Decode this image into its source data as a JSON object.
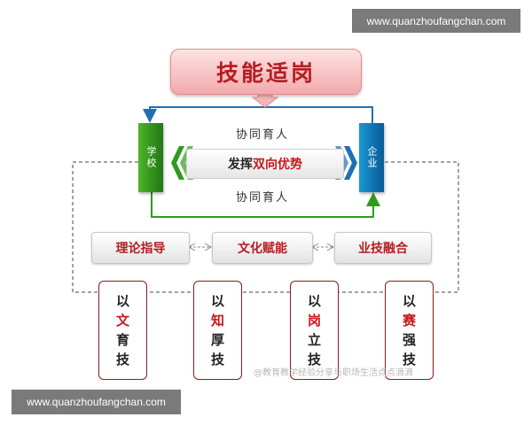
{
  "watermark_top": "www.quanzhoufangchan.com",
  "watermark_bottom": "www.quanzhoufangchan.com",
  "title": "技能适岗",
  "school": "学校",
  "company": "企业",
  "band": {
    "part1": "发挥",
    "part2": "双向优势"
  },
  "coop_top": "协同育人",
  "coop_bottom": "协同育人",
  "pills": [
    "理论指导",
    "文化赋能",
    "业技融合"
  ],
  "cards": [
    {
      "c1": "以",
      "c2": "文",
      "c3": "育",
      "c4": "技"
    },
    {
      "c1": "以",
      "c2": "知",
      "c3": "厚",
      "c4": "技"
    },
    {
      "c1": "以",
      "c2": "岗",
      "c3": "立",
      "c4": "技"
    },
    {
      "c1": "以",
      "c2": "赛",
      "c3": "强",
      "c4": "技"
    }
  ],
  "source_mark": "@教育教学经验分享与职场生活点点滴滴",
  "colors": {
    "title_red": "#b51d23",
    "school_green": "#2f8f1a",
    "company_blue": "#0f6fb0",
    "accent_red": "#c8171e"
  }
}
